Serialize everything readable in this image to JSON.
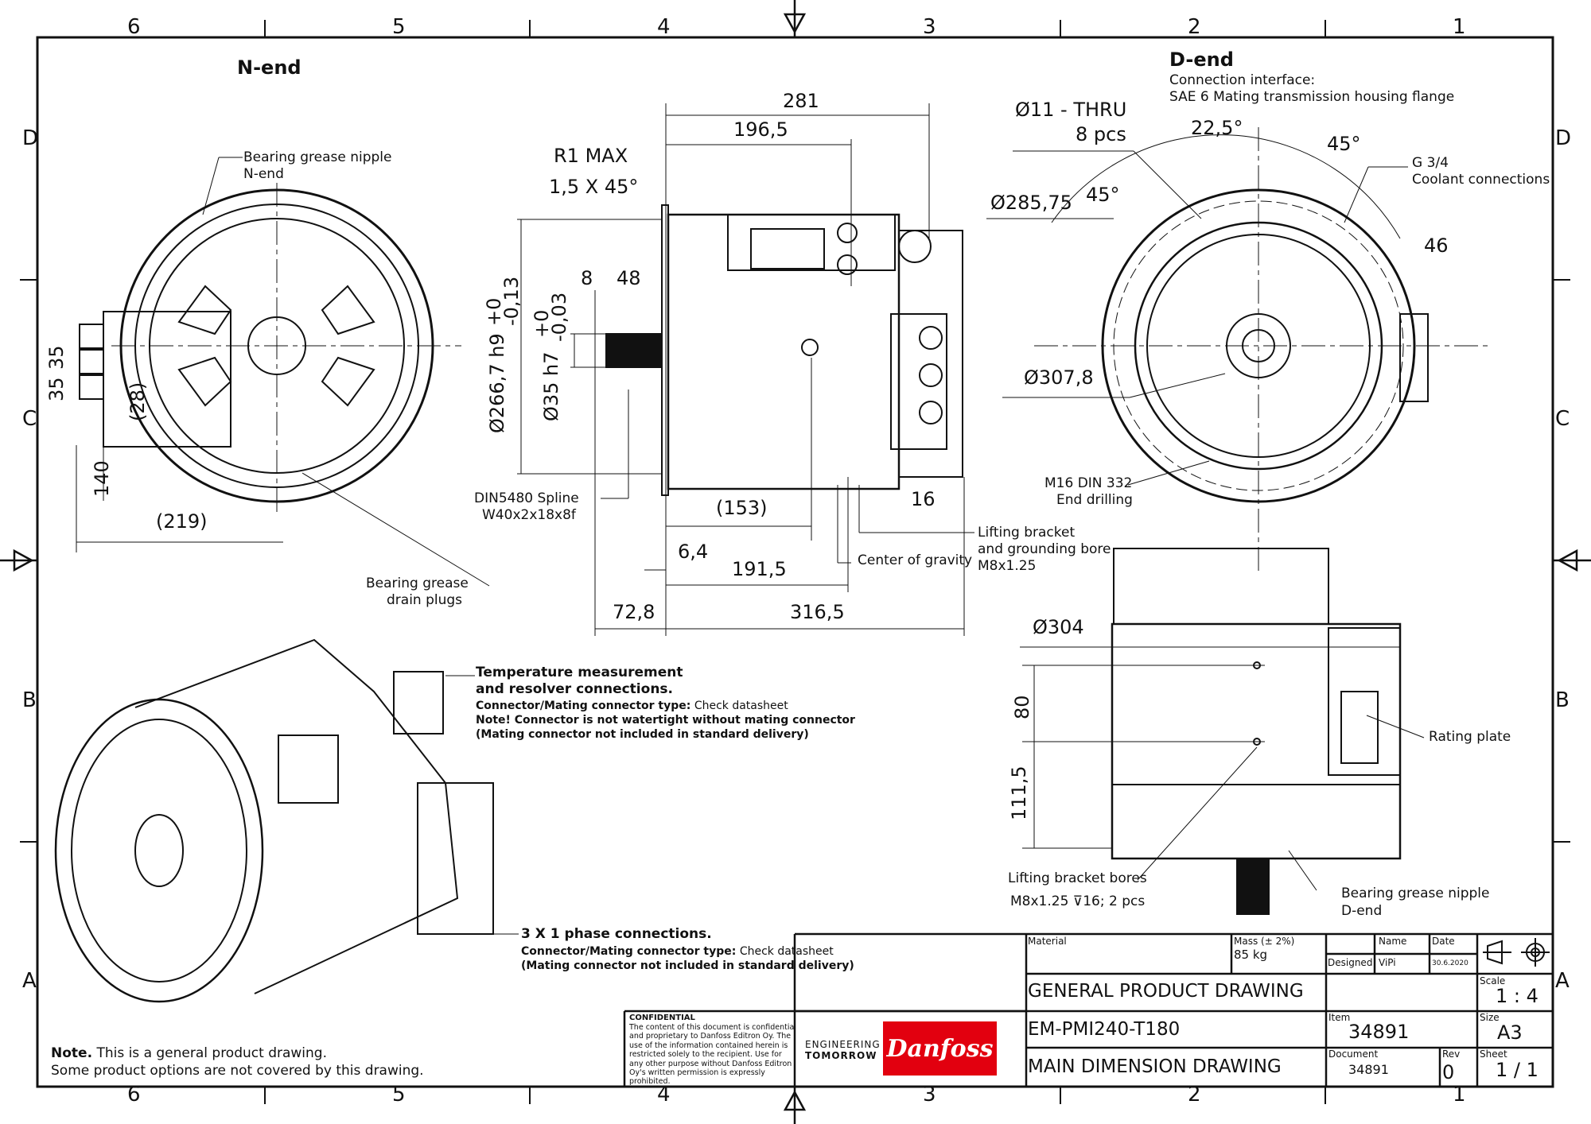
{
  "grid": {
    "columns_top": [
      "6",
      "5",
      "4",
      "3",
      "2",
      "1"
    ],
    "columns_bottom": [
      "6",
      "5",
      "4",
      "3",
      "2",
      "1"
    ],
    "rows_left": [
      "D",
      "C",
      "B",
      "A"
    ],
    "rows_right": [
      "D",
      "C",
      "B",
      "A"
    ]
  },
  "views": {
    "n_end": {
      "title": "N-end",
      "callouts": {
        "grease_nipple": [
          "Bearing grease nipple",
          "N-end"
        ],
        "drain_plugs": [
          "Bearing grease",
          "drain plugs"
        ]
      },
      "dims": [
        "35",
        "35",
        "(28)",
        "140",
        "(219)"
      ]
    },
    "side": {
      "dims": {
        "overall_281": "281",
        "d_196_5": "196,5",
        "r1max": "R1 MAX",
        "chamfer": "1,5 X 45°",
        "spline_8": "8",
        "spline_48": "48",
        "pilot_dia": "Ø266,7 h9",
        "pilot_tol_upper": "+0",
        "pilot_tol_lower": "-0,13",
        "shaft_dia": "Ø35 h7",
        "shaft_tol_upper": "+0",
        "shaft_tol_lower": "-0,03",
        "d_153": "(153)",
        "d_16": "16",
        "d_6_4": "6,4",
        "d_191_5": "191,5",
        "d_72_8": "72,8",
        "d_316_5": "316,5"
      },
      "callouts": {
        "spline": [
          "DIN5480 Spline",
          "W40x2x18x8f"
        ],
        "cog": "Center of gravity",
        "lifting": [
          "Lifting bracket",
          "and grounding bore",
          "M8x1.25"
        ]
      }
    },
    "d_end": {
      "title": "D-end",
      "subtitle": [
        "Connection interface:",
        "SAE 6 Mating transmission housing flange"
      ],
      "dims": {
        "holes": "Ø11 - THRU",
        "holes_count": "8 pcs",
        "angle_22_5": "22,5°",
        "angle_45_a": "45°",
        "angle_45_b": "45°",
        "bolt_circle": "Ø285,75",
        "flange_dia": "Ø307,8",
        "d_46": "46"
      },
      "callouts": {
        "coolant": [
          "G 3/4",
          "Coolant connections"
        ],
        "end_drilling": [
          "M16 DIN 332",
          "End drilling"
        ]
      }
    },
    "bottom": {
      "dims": {
        "dia": "Ø304",
        "d_80": "80",
        "d_111_5": "111,5"
      },
      "callouts": {
        "rating_plate": "Rating plate",
        "lifting_bores": [
          "Lifting bracket bores",
          "M8x1.25 ⊽16; 2 pcs"
        ],
        "grease_nipple": [
          "Bearing grease nipple",
          "D-end"
        ]
      }
    },
    "iso": {
      "temp_title": [
        "Temperature measurement",
        "and resolver connections."
      ],
      "temp_conn_label": "Connector/Mating connector type:",
      "temp_conn_value": "Check datasheet",
      "temp_note": "Note! Connector is not watertight without mating connector",
      "temp_note2": "(Mating connector not included in standard delivery)",
      "phase_title": "3 X 1 phase connections.",
      "phase_conn_label": "Connector/Mating connector type:",
      "phase_conn_value": "Check datasheet",
      "phase_note": "(Mating connector not included in standard delivery)"
    }
  },
  "note": {
    "bold": "Note.",
    "line1": "This is a general product drawing.",
    "line2": "Some product options are not covered by this drawing."
  },
  "confidential": {
    "title": "CONFIDENTIAL",
    "text": "The content of this document is confidential and proprietary to Danfoss Editron Oy. The use of the information contained herein is restricted solely to the recipient. Use for any other purpose without Danfoss Editron Oy's written permission is expressly prohibited."
  },
  "brand": {
    "tagline1": "ENGINEERING",
    "tagline2": "TOMORROW",
    "logo_text": "Danfoss",
    "logo_color": "#e2000f"
  },
  "title_block": {
    "material_label": "Material",
    "material_value": "",
    "mass_label": "Mass (± 2%)",
    "mass_value": "85 kg",
    "name_label": "Name",
    "date_label": "Date",
    "designed_label": "Designed",
    "designer": "ViPi",
    "date": "30.6.2020",
    "title1": "GENERAL PRODUCT DRAWING",
    "title2": "EM-PMI240-T180",
    "title3": "MAIN DIMENSION DRAWING",
    "scale_label": "Scale",
    "scale_value": "1 : 4",
    "item_label": "Item",
    "item_value": "34891",
    "size_label": "Size",
    "size_value": "A3",
    "document_label": "Document",
    "document_value": "34891",
    "rev_label": "Rev",
    "rev_value": "0",
    "sheet_label": "Sheet",
    "sheet_value": "1 / 1"
  }
}
